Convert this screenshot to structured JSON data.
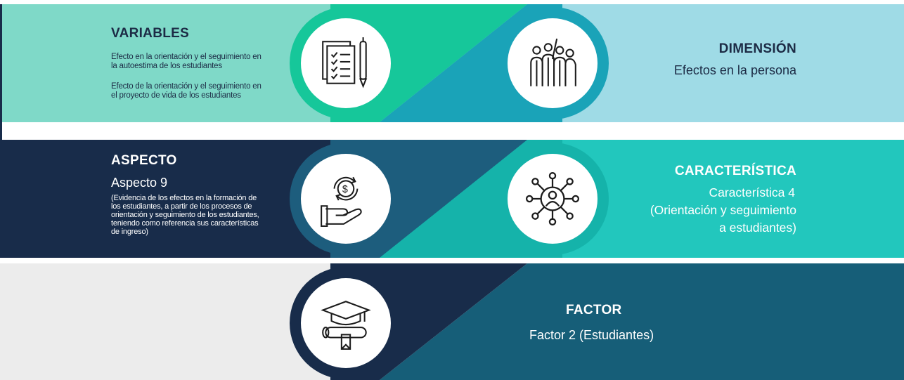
{
  "colors": {
    "mint": "#7fd9c8",
    "green": "#16c79a",
    "light_blue": "#9fdbe6",
    "teal_mid": "#1aa3b8",
    "navy": "#182c4a",
    "teal_bright": "#22c7bd",
    "light_gray": "#ececec",
    "dark_teal": "#165e78",
    "text_dark": "#1c2b45",
    "text_white": "#ffffff"
  },
  "variables": {
    "title": "VARIABLES",
    "item1_line1": "Efecto en la orientación y el seguimiento en",
    "item1_line2": "la autoestima de los estudiantes",
    "item2_line1": "Efecto de la orientación y el seguimiento en",
    "item2_line2": "el proyecto de vida de los estudiantes",
    "icon": "document-checklist-pen-icon"
  },
  "dimension": {
    "title": "DIMENSIÓN",
    "value": "Efectos en la persona",
    "icon": "people-group-icon"
  },
  "aspecto": {
    "title": "ASPECTO",
    "value": "Aspecto 9",
    "desc_lines": [
      "(Evidencia de los efectos en la formación de",
      "los estudiantes, a partir de los procesos de",
      "orientación y seguimiento de los estudiantes,",
      "teniendo como referencia sus características",
      "de ingreso)"
    ],
    "icon": "hand-money-cycle-icon"
  },
  "caracteristica": {
    "title": "CARACTERÍSTICA",
    "line1": "Característica 4",
    "line2": "(Orientación y seguimiento",
    "line3": "a estudiantes)",
    "icon": "network-person-icon"
  },
  "factor": {
    "title": "FACTOR",
    "value": "Factor 2 (Estudiantes)",
    "icon": "graduation-cap-diploma-icon"
  }
}
